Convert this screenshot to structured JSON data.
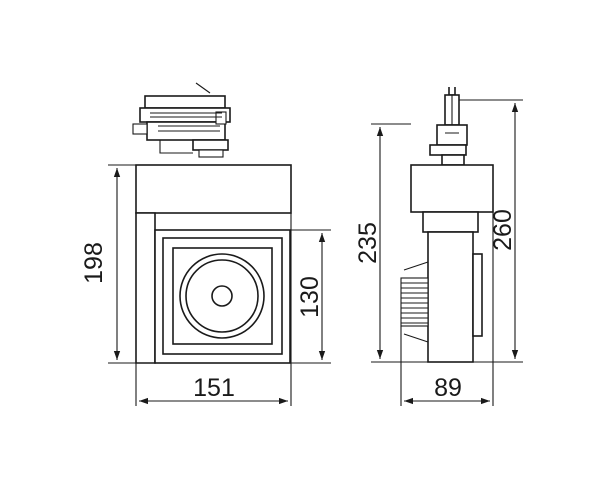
{
  "dimensions": {
    "front_height": "198",
    "front_head_height": "130",
    "front_width": "151",
    "side_body_height": "235",
    "side_total_height": "260",
    "side_depth": "89"
  }
}
